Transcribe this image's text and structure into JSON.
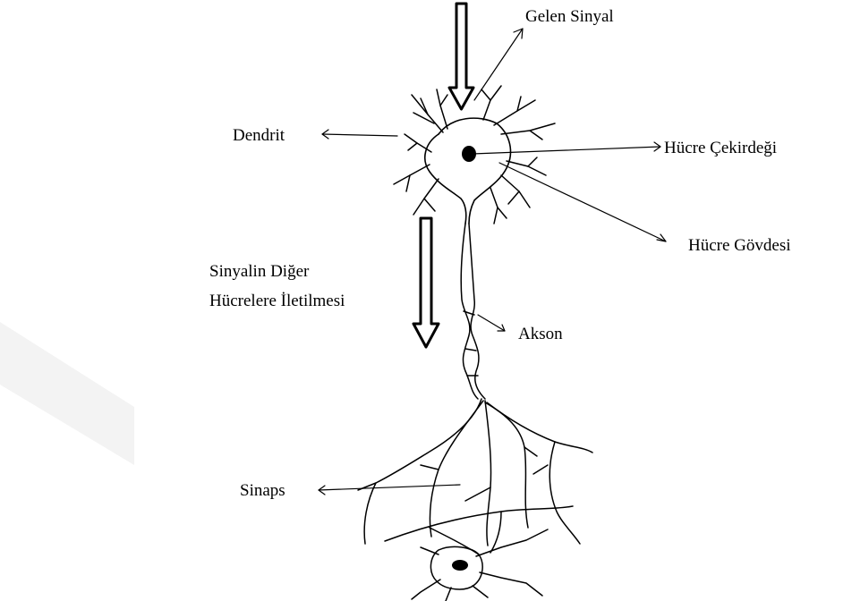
{
  "labels": {
    "incoming_signal": "Gelen Sinyal",
    "dendrite": "Dendrit",
    "nucleus": "Hücre Çekirdeği",
    "cell_body": "Hücre Gövdesi",
    "transmission_line1": "Sinyalin Diğer",
    "transmission_line2": "Hücrelere İletilmesi",
    "axon": "Akson",
    "synapse": "Sinaps"
  },
  "colors": {
    "ink": "#000000",
    "background": "#ffffff",
    "watermark": "#f3f3f3"
  }
}
